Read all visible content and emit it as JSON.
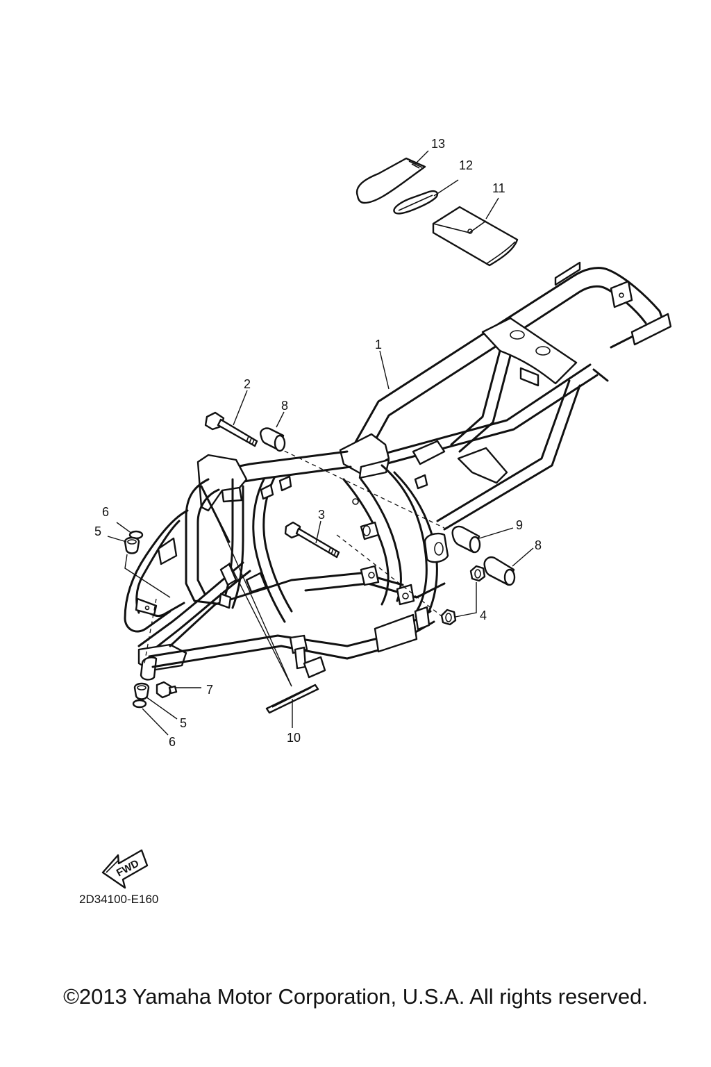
{
  "diagram": {
    "callouts": [
      "1",
      "2",
      "3",
      "4",
      "5",
      "5",
      "6",
      "6",
      "7",
      "8",
      "8",
      "9",
      "10",
      "11",
      "12",
      "13"
    ],
    "part_code": "2D34100-E160",
    "fwd_label": "FWD"
  },
  "footer": {
    "copyright": "©2013 Yamaha Motor Corporation, U.S.A. All rights reserved."
  }
}
